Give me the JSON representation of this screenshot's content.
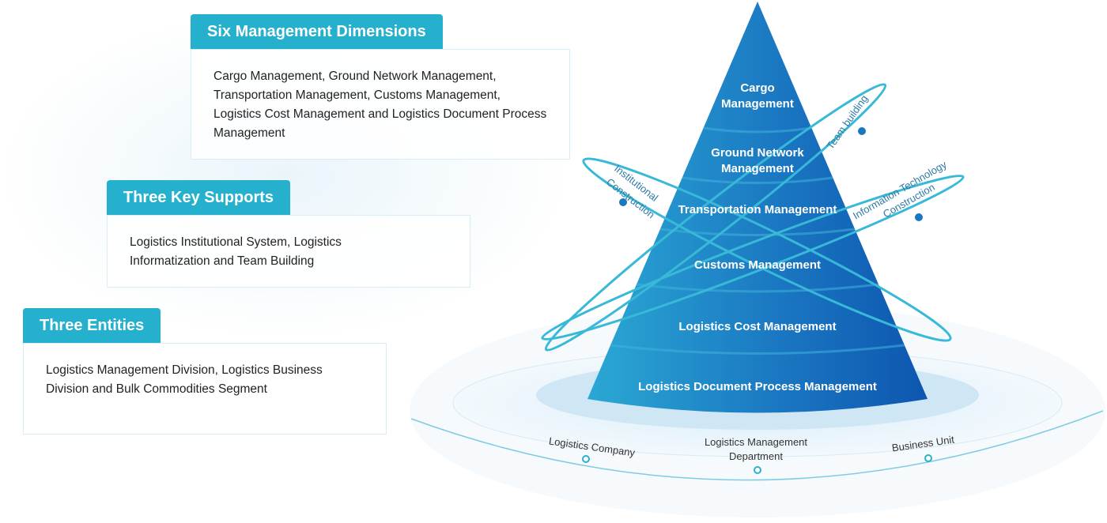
{
  "cards": [
    {
      "title": "Six Management Dimensions",
      "text": "Cargo Management, Ground Network Management, Transportation Management, Customs Management, Logistics Cost Management and Logistics Document Process Management"
    },
    {
      "title": "Three Key Supports",
      "text": "Logistics Institutional System, Logistics Informatization and Team Building"
    },
    {
      "title": "Three Entities",
      "text": "Logistics Management Division, Logistics Business Division and Bulk Commodities Segment"
    }
  ],
  "pyramid": {
    "layers": [
      "Cargo",
      "Management",
      "Ground Network",
      "Management",
      "Transportation Management",
      "Customs Management",
      "Logistics Cost Management",
      "Logistics Document Process Management"
    ]
  },
  "orbits": {
    "team": "Team building",
    "inst1": "Institutional",
    "inst2": "Construction",
    "it1": "Information Technology",
    "it2": "Construction"
  },
  "base": {
    "a": "Logistics Company",
    "b1": "Logistics Management",
    "b2": "Department",
    "c": "Business Unit"
  },
  "colors": {
    "accent": "#25b0cd",
    "pyramid_top": "#1a5fb0",
    "pyramid_light": "#28a6d3"
  }
}
